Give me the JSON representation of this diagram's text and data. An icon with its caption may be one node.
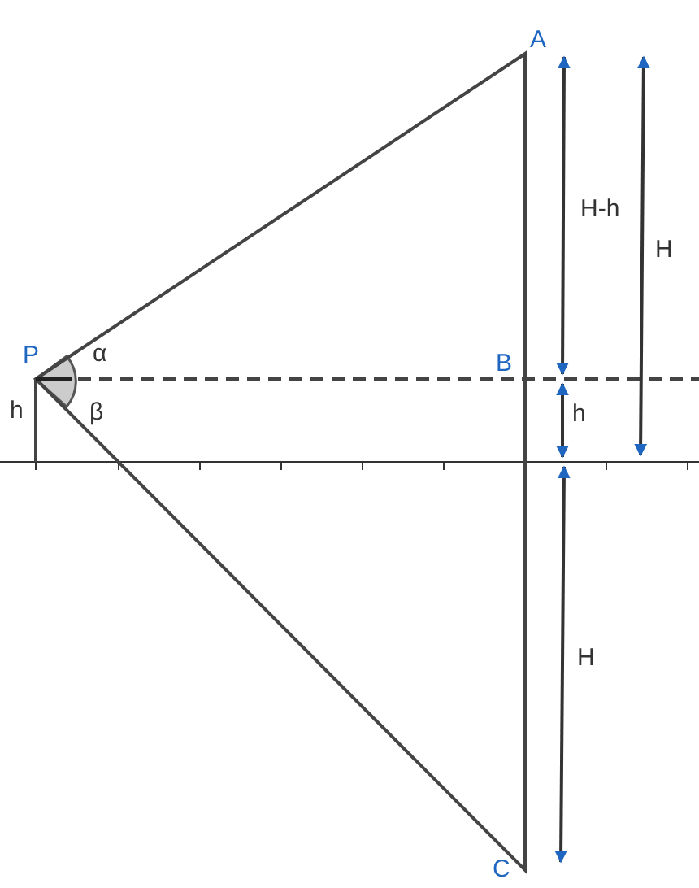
{
  "diagram": {
    "labels": [
      "A",
      "H-h",
      "H",
      "P",
      "α",
      "B",
      "h",
      "β",
      "h",
      "H",
      "C"
    ]
  }
}
